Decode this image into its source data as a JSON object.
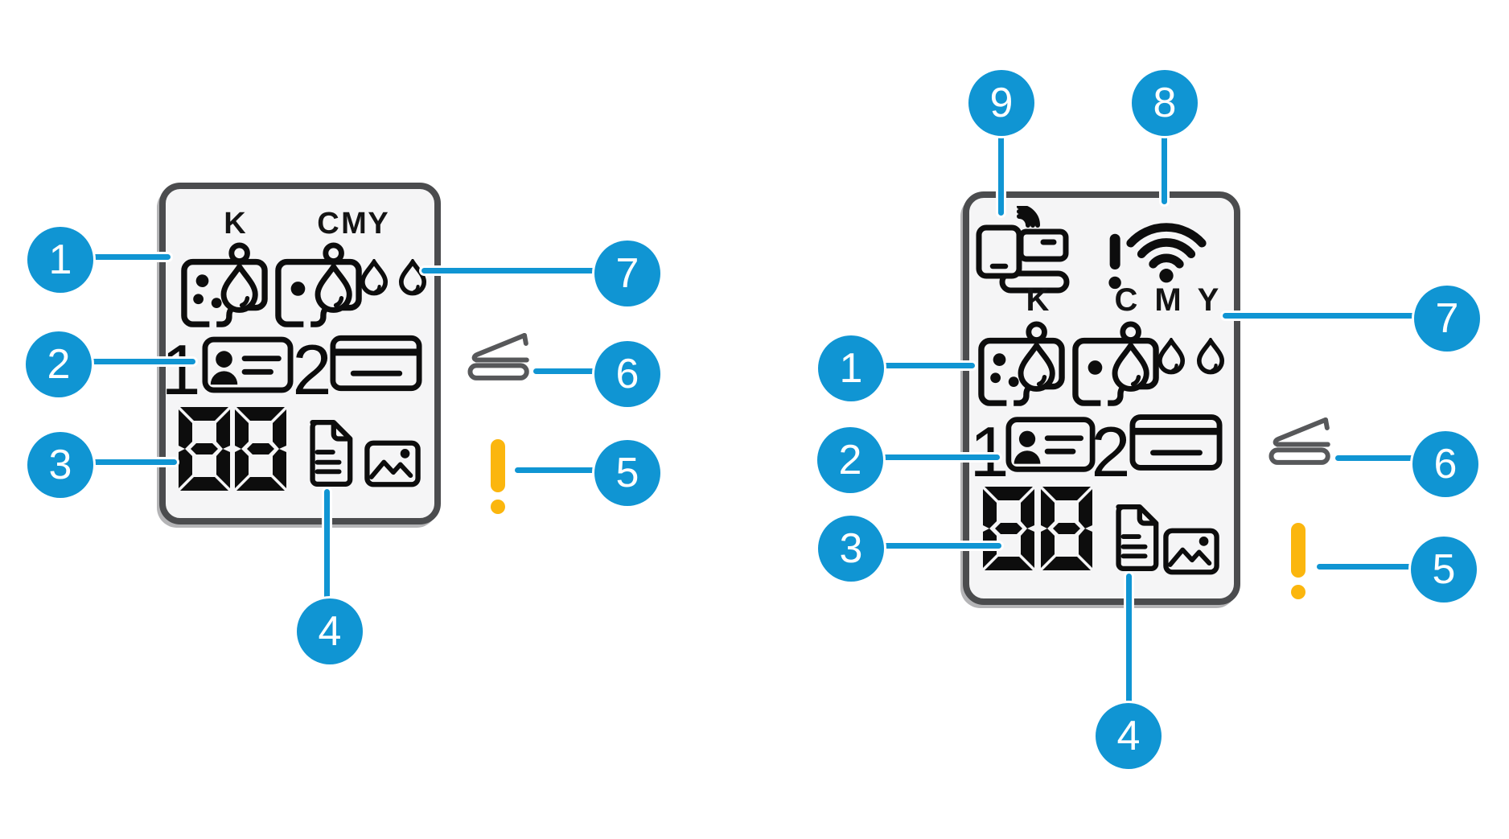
{
  "colors": {
    "accent_blue": "#1095d3",
    "alert_amber": "#fbb60e",
    "ink_black": "#0d0d0d",
    "scanner_gray": "#57585a",
    "panel_bg": "#f5f5f6",
    "panel_border": "#4b4c4e"
  },
  "left_display": {
    "ink_labels": {
      "k": "K",
      "c": "C",
      "m": "M",
      "y": "Y"
    },
    "slot1": "1",
    "slot2": "2",
    "counter": "88",
    "callouts": [
      "1",
      "2",
      "3",
      "4",
      "5",
      "6",
      "7"
    ],
    "icons": [
      "black-ink-cartridge",
      "color-ink-cartridge",
      "ink-drop",
      "ink-drop",
      "id-card-copy",
      "bank-card-copy",
      "copy-counter",
      "document-copy",
      "photo-copy",
      "scanner-lid-open",
      "attention"
    ]
  },
  "right_display": {
    "ink_labels": {
      "k": "K",
      "c": "C",
      "m": "M",
      "y": "Y"
    },
    "slot1": "1",
    "slot2": "2",
    "counter": "88",
    "callouts": [
      "1",
      "2",
      "3",
      "4",
      "5",
      "6",
      "7",
      "8",
      "9"
    ],
    "icons": [
      "wifi-direct",
      "wireless-alert",
      "black-ink-cartridge",
      "color-ink-cartridge",
      "ink-drop",
      "ink-drop",
      "id-card-copy",
      "bank-card-copy",
      "copy-counter",
      "document-copy",
      "photo-copy",
      "scanner-lid-open",
      "attention"
    ]
  }
}
